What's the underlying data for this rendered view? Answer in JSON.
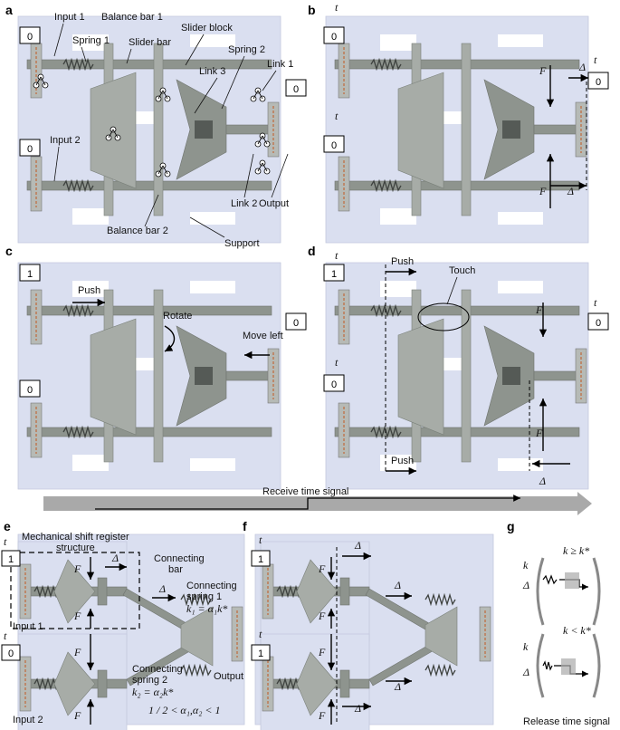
{
  "panels": {
    "a": {
      "label": "a",
      "input1": "Input 1",
      "input2": "Input 2",
      "balance_bar_1": "Balance bar 1",
      "balance_bar_2": "Balance bar 2",
      "spring_1": "Spring 1",
      "spring_2": "Spring 2",
      "slider_bar": "Slider bar",
      "slider_block": "Slider block",
      "link_1": "Link 1",
      "link_2": "Link 2",
      "link_3": "Link 3",
      "output": "Output",
      "support": "Support",
      "box_input1": "0",
      "box_input2": "0",
      "box_output": "0"
    },
    "b": {
      "label": "b",
      "box_input1": "0",
      "box_input2": "0",
      "box_output": "0",
      "t": "t",
      "force": "F",
      "delta": "Δ"
    },
    "c": {
      "label": "c",
      "box_input1": "1",
      "box_input2": "0",
      "box_output": "0",
      "push": "Push",
      "rotate": "Rotate",
      "move_left": "Move left"
    },
    "d": {
      "label": "d",
      "box_input1": "1",
      "box_input2": "0",
      "box_output": "0",
      "push_top": "Push",
      "push_bottom": "Push",
      "touch": "Touch",
      "t": "t",
      "force": "F",
      "delta": "Δ"
    },
    "e": {
      "label": "e",
      "box_input1": "1",
      "box_input2": "0",
      "register": "Mechanical shift register structure",
      "connecting_bar": "Connecting bar",
      "connecting_spring_1": "Connecting spring 1",
      "k1_eq": "k₁ = α₁k*",
      "connecting_spring_2": "Connecting spring 2",
      "k2_eq": "k₂ = α₂k*",
      "alpha_range": "1 / 2 < α₁,α₂ < 1",
      "input1": "Input 1",
      "input2": "Input 2",
      "output": "Output",
      "t": "t",
      "force": "F",
      "delta": "Δ"
    },
    "f": {
      "label": "f",
      "box_input1": "1",
      "box_input2": "1",
      "t": "t",
      "force": "F",
      "delta": "Δ"
    },
    "g": {
      "label": "g",
      "cond_ge": "k ≥ k*",
      "cond_lt": "k < k*",
      "k": "k",
      "delta": "Δ",
      "caption": "Release time signal"
    }
  },
  "receive_banner": "Receive time signal",
  "colors": {
    "plate": "#dadff0",
    "metal": "#8e948e",
    "spring": "#3e423f",
    "wire": "#c0693a",
    "banner": "#a9a9a9"
  }
}
